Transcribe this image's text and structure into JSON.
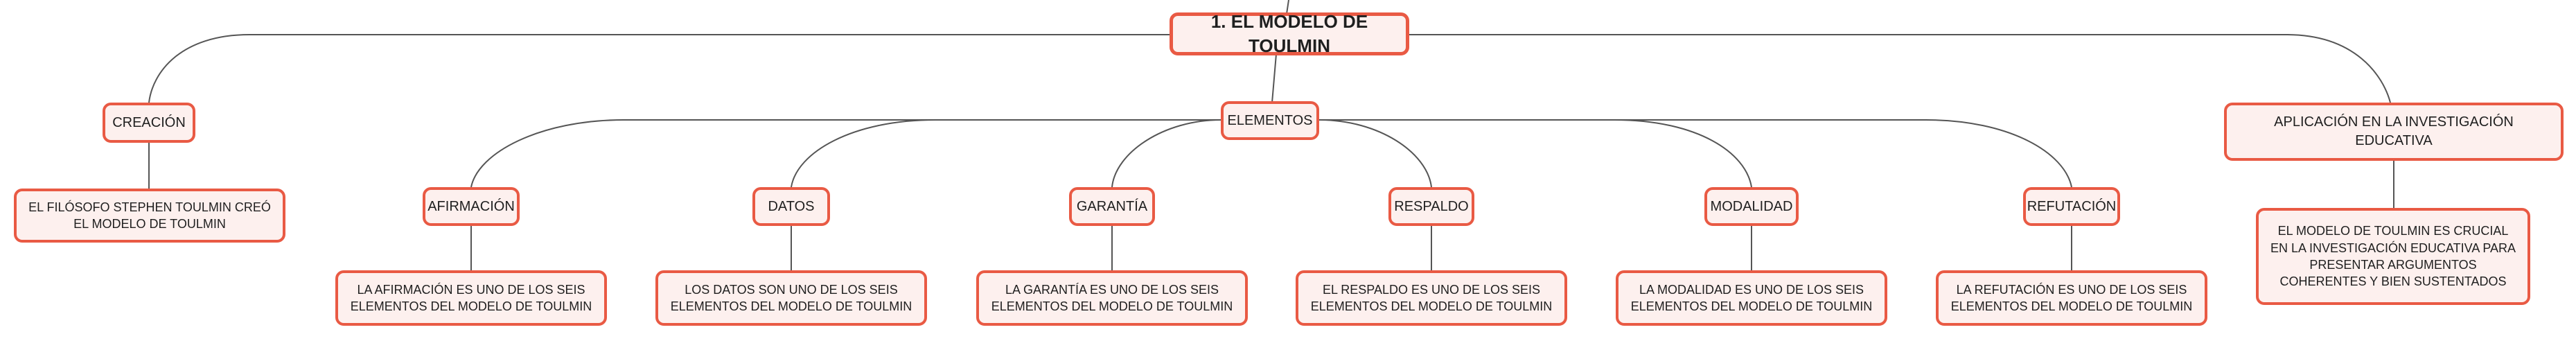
{
  "root": {
    "label": "1. EL MODELO DE TOULMIN"
  },
  "creacion": {
    "label": "CREACIÓN",
    "detail": "EL FILÓSOFO STEPHEN TOULMIN CREÓ EL MODELO DE TOULMIN"
  },
  "elementos": {
    "label": "ELEMENTOS",
    "items": [
      {
        "label": "AFIRMACIÓN",
        "detail": "LA AFIRMACIÓN ES UNO DE LOS SEIS ELEMENTOS DEL MODELO DE TOULMIN"
      },
      {
        "label": "DATOS",
        "detail": "LOS DATOS SON UNO DE LOS SEIS ELEMENTOS DEL MODELO DE TOULMIN"
      },
      {
        "label": "GARANTÍA",
        "detail": "LA GARANTÍA ES UNO DE LOS SEIS ELEMENTOS DEL MODELO DE TOULMIN"
      },
      {
        "label": "RESPALDO",
        "detail": "EL RESPALDO ES UNO DE LOS SEIS ELEMENTOS DEL MODELO DE TOULMIN"
      },
      {
        "label": "MODALIDAD",
        "detail": "LA MODALIDAD ES UNO DE LOS SEIS ELEMENTOS DEL MODELO DE TOULMIN"
      },
      {
        "label": "REFUTACIÓN",
        "detail": "LA REFUTACIÓN ES UNO DE LOS SEIS ELEMENTOS DEL MODELO DE TOULMIN"
      }
    ]
  },
  "aplicacion": {
    "label": "APLICACIÓN EN LA INVESTIGACIÓN EDUCATIVA",
    "detail": "EL MODELO DE TOULMIN ES CRUCIAL EN LA INVESTIGACIÓN EDUCATIVA PARA PRESENTAR ARGUMENTOS COHERENTES Y BIEN SUSTENTADOS"
  },
  "colors": {
    "border": "#e95a44",
    "fill": "#fdf0ee",
    "line": "#555555"
  }
}
